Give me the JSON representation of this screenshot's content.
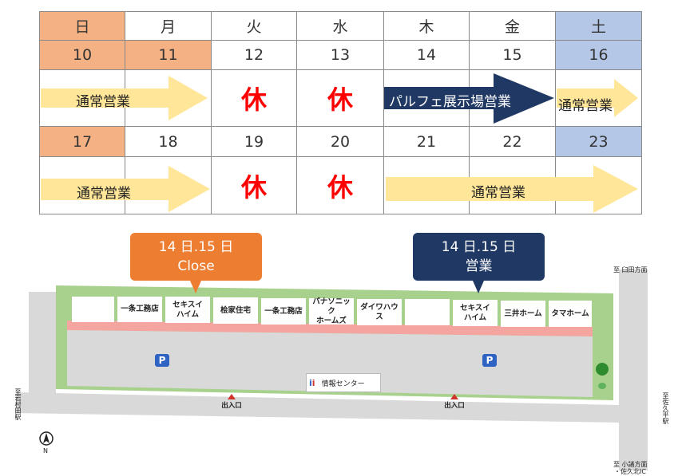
{
  "calendar": {
    "weekdays": [
      "日",
      "月",
      "火",
      "水",
      "木",
      "金",
      "土"
    ],
    "week1": {
      "dates": [
        "10",
        "11",
        "12",
        "13",
        "14",
        "15",
        "16"
      ],
      "open_label_1": "通常営業",
      "closed_1": "休",
      "closed_2": "休",
      "event_label": "パルフェ展示場営業",
      "open_label_2": "通常営業"
    },
    "week2": {
      "dates": [
        "17",
        "18",
        "19",
        "20",
        "21",
        "22",
        "23"
      ],
      "open_label_1": "通常営業",
      "closed_1": "休",
      "closed_2": "休",
      "open_label_2": "通常営業"
    },
    "colors": {
      "sunday": "#f4b183",
      "saturday": "#b4c7e7",
      "closed": "#ff0000",
      "open_arrow": "#ffe699",
      "event_arrow": "#203864"
    }
  },
  "map": {
    "callout_closed": {
      "line1": "14 日.15 日",
      "line2": "Close",
      "color": "#ed7d31"
    },
    "callout_open": {
      "line1": "14 日.15 日",
      "line2": "営業",
      "color": "#203864"
    },
    "lots": [
      "",
      "一条工務店",
      "セキスイ\nハイム",
      "桧家住宅",
      "一条工務店",
      "パナソニック\nホームズ",
      "ダイワハウス",
      "",
      "セキスイ\nハイム",
      "三井ホーム",
      "タマホーム"
    ],
    "parking_label": "P",
    "info_center": "情報センター",
    "entrance_label": "出入口",
    "direction_top_right": "至 臼田方面",
    "direction_left": "至岩村田駅",
    "direction_right": "至佐久平駅",
    "direction_bottom_right_1": "至 小諸方面",
    "direction_bottom_right_2": "・佐久北IC",
    "north_label": "N"
  }
}
